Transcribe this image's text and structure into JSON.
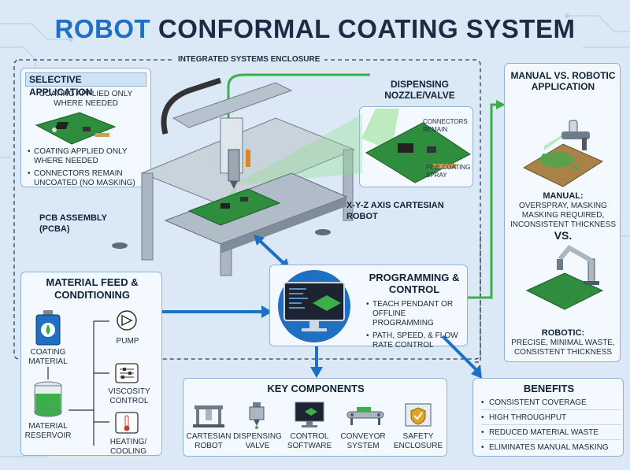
{
  "title": {
    "part1": "ROBOT",
    "part2": "CONFORMAL COATING SYSTEM"
  },
  "enclosure_label": "INTEGRATED SYSTEMS ENCLOSURE",
  "selective": {
    "heading": "SELECTIVE APPLICATION",
    "caption": "COATING APPLIED ONLY WHERE NEEDED",
    "bullets": [
      "COATING APPLIED ONLY WHERE NEEDED",
      "CONNECTORS REMAIN UNCOATED (NO MASKING)"
    ]
  },
  "nozzle": {
    "heading": "DISPENSING NOZZLE/VALVE",
    "connectors": "CONNECTORS REMAIN",
    "spray": "FINE COATING SPRAY"
  },
  "robot_label": "X-Y-Z AXIS CARTESIAN ROBOT",
  "pcb_label": "PCB ASSEMBLY (PCBA)",
  "material": {
    "heading": "MATERIAL FEED & CONDITIONING",
    "coating": "COATING MATERIAL",
    "reservoir": "MATERIAL RESERVOIR",
    "pump": "PUMP",
    "viscosity": "VISCOSITY CONTROL",
    "heating": "HEATING/ COOLING"
  },
  "programming": {
    "heading": "PROGRAMMING & CONTROL",
    "bullets": [
      "TEACH PENDANT OR OFFLINE PROGRAMMING",
      "PATH, SPEED, & FLOW RATE CONTROL"
    ]
  },
  "components": {
    "heading": "KEY COMPONENTS",
    "items": [
      "CARTESIAN ROBOT",
      "DISPENSING VALVE",
      "CONTROL SOFTWARE",
      "CONVEYOR SYSTEM",
      "SAFETY ENCLOSURE"
    ]
  },
  "manual_vs": {
    "heading": "MANUAL VS. ROBOTIC APPLICATION",
    "manual_label": "MANUAL:",
    "manual_text": "OVERSPRAY, MASKING MASKING REQUIRED, INCONSISTENT THICKNESS",
    "vs": "VS.",
    "robotic_label": "ROBOTIC:",
    "robotic_text": "PRECISE, MINIMAL WASTE, CONSISTENT THICKNESS"
  },
  "benefits": {
    "heading": "BENEFITS",
    "items": [
      "CONSISTENT COVERAGE",
      "HIGH THROUGHPUT",
      "REDUCED MATERIAL WASTE",
      "ELIMINATES MANUAL MASKING"
    ]
  },
  "colors": {
    "accent": "#1f6fc2",
    "coating_green": "#3cae4a",
    "panel_border": "#8fb2d6"
  }
}
